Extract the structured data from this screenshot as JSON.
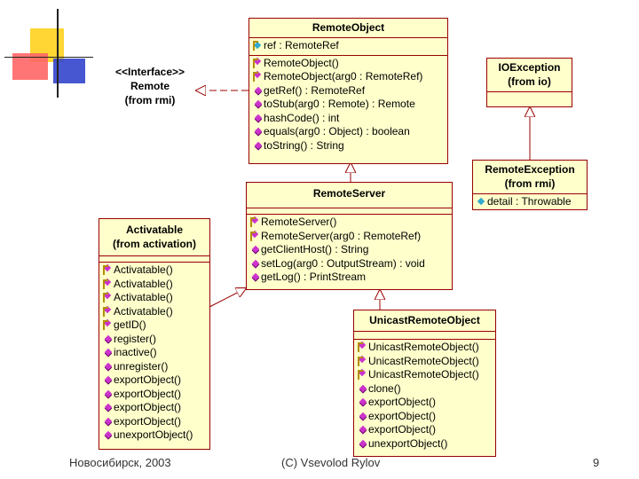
{
  "classes": {
    "remote_interface": {
      "stereotype": "<<Interface>>",
      "name": "Remote",
      "package": "(from rmi)"
    },
    "remote_object": {
      "name": "RemoteObject",
      "attributes": [
        "ref : RemoteRef"
      ],
      "methods": [
        "RemoteObject()",
        "RemoteObject(arg0 : RemoteRef)",
        "getRef() : RemoteRef",
        "toStub(arg0 : Remote) : Remote",
        "hashCode() : int",
        "equals(arg0 : Object) : boolean",
        "toString() : String"
      ]
    },
    "io_exception": {
      "name": "IOException",
      "package": "(from io)"
    },
    "remote_exception": {
      "name": "RemoteException",
      "package": "(from rmi)",
      "attributes": [
        "detail : Throwable"
      ]
    },
    "remote_server": {
      "name": "RemoteServer",
      "methods": [
        "RemoteServer()",
        "RemoteServer(arg0 : RemoteRef)",
        "getClientHost() : String",
        "setLog(arg0 : OutputStream) : void",
        "getLog() : PrintStream"
      ]
    },
    "activatable": {
      "name": "Activatable",
      "package": "(from activation)",
      "methods": [
        "Activatable()",
        "Activatable()",
        "Activatable()",
        "Activatable()",
        "getID()",
        "register()",
        "inactive()",
        "unregister()",
        "exportObject()",
        "exportObject()",
        "exportObject()",
        "exportObject()",
        "unexportObject()"
      ]
    },
    "unicast_remote_object": {
      "name": "UnicastRemoteObject",
      "methods": [
        "UnicastRemoteObject()",
        "UnicastRemoteObject()",
        "UnicastRemoteObject()",
        "clone()",
        "exportObject()",
        "exportObject()",
        "exportObject()",
        "unexportObject()"
      ]
    }
  },
  "footer": {
    "left": "Новосибирск, 2003",
    "center": "(C) Vsevolod Rylov",
    "page": "9"
  },
  "colors": {
    "box_fill": "#ffffcc",
    "box_border": "#990000",
    "edge": "#990000"
  }
}
